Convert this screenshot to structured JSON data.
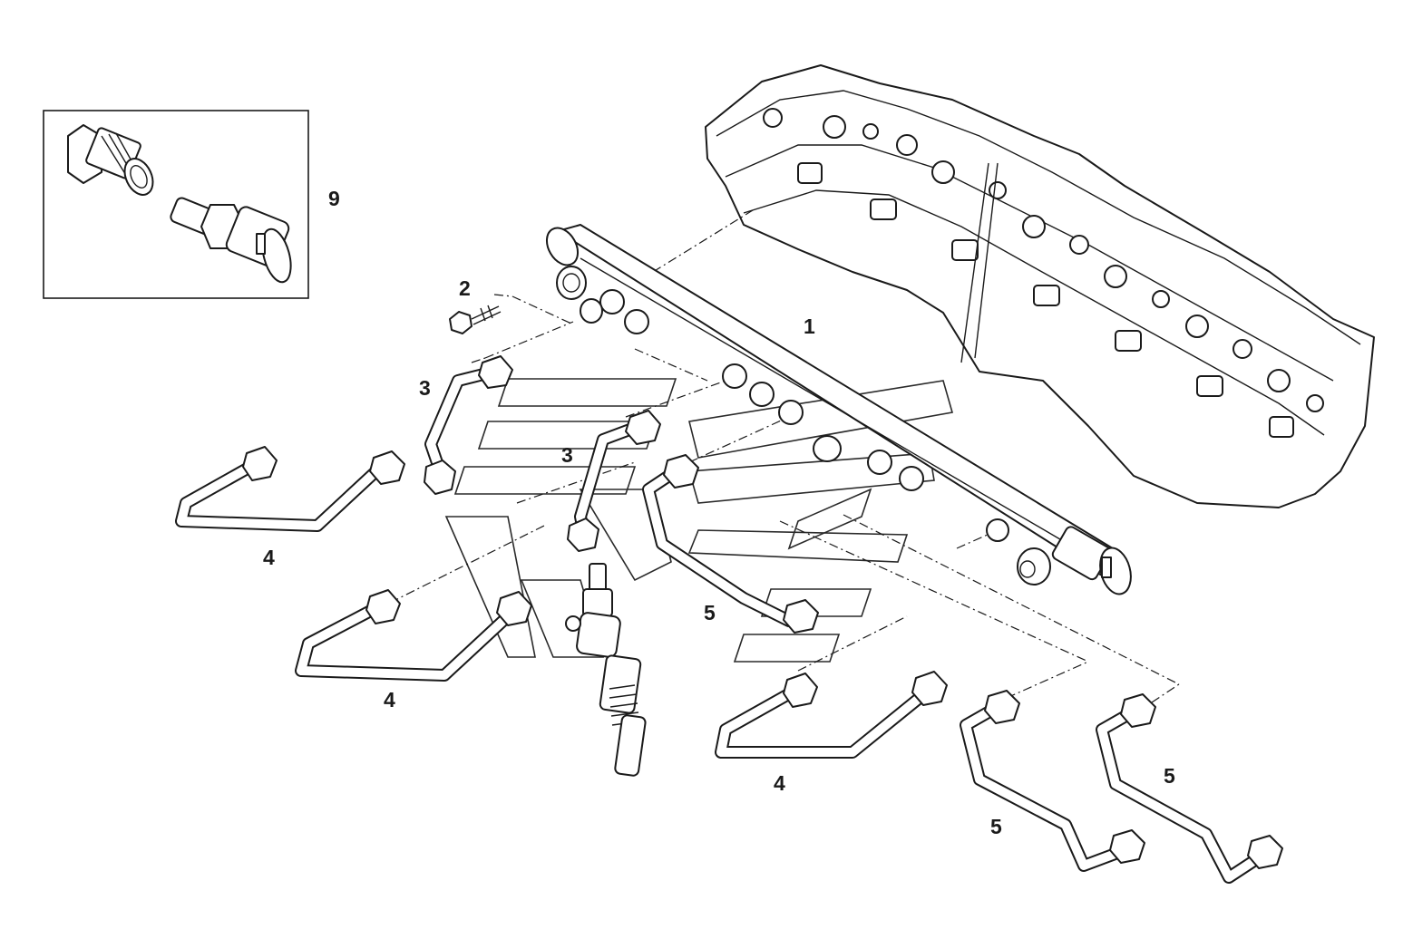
{
  "diagram": {
    "callouts": [
      {
        "id": "inset",
        "text": "9"
      },
      {
        "id": "rail",
        "text": "1"
      },
      {
        "id": "screw",
        "text": "2"
      },
      {
        "id": "pipe3a",
        "text": "3"
      },
      {
        "id": "pipe3b",
        "text": "3"
      },
      {
        "id": "pipe4a",
        "text": "4"
      },
      {
        "id": "pipe4b",
        "text": "4"
      },
      {
        "id": "pipe4c",
        "text": "4"
      },
      {
        "id": "pipe5a",
        "text": "5"
      },
      {
        "id": "pipe5b",
        "text": "5"
      },
      {
        "id": "pipe5c",
        "text": "5"
      }
    ]
  }
}
